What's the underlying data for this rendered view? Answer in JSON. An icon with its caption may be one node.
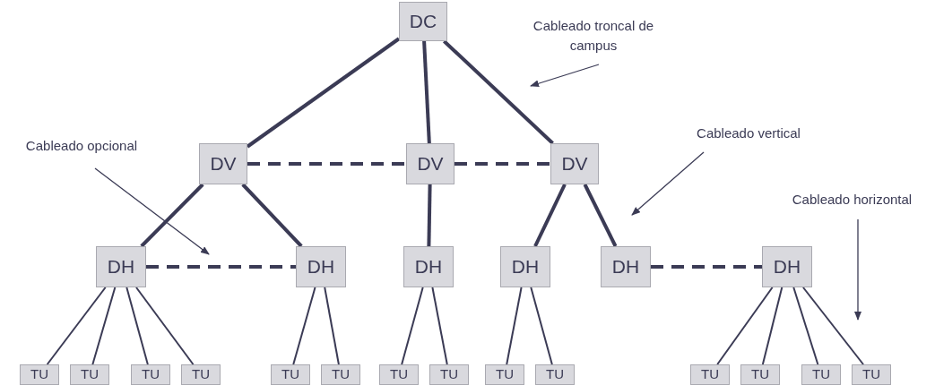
{
  "diagram": {
    "nodes": [
      {
        "text": [
          "DC"
        ]
      },
      {
        "text": [
          "DV"
        ]
      },
      {
        "text": [
          "DV"
        ]
      },
      {
        "text": [
          "DV"
        ]
      },
      {
        "text": [
          "DH"
        ]
      },
      {
        "text": [
          "DH"
        ]
      },
      {
        "text": [
          "DH"
        ]
      },
      {
        "text": [
          "DH"
        ]
      },
      {
        "text": [
          "DH"
        ]
      },
      {
        "text": [
          "DH"
        ]
      },
      {
        "text": [
          "TU"
        ]
      },
      {
        "text": [
          "TU"
        ]
      },
      {
        "text": [
          "TU"
        ]
      },
      {
        "text": [
          "TU"
        ]
      },
      {
        "text": [
          "TU"
        ]
      },
      {
        "text": [
          "TU"
        ]
      },
      {
        "text": [
          "TU"
        ]
      },
      {
        "text": [
          "TU"
        ]
      },
      {
        "text": [
          "TU"
        ]
      },
      {
        "text": [
          "TU"
        ]
      },
      {
        "text": [
          "TU"
        ]
      },
      {
        "text": [
          "TU"
        ]
      },
      {
        "text": [
          "TU"
        ]
      },
      {
        "text": [
          "TU"
        ]
      },
      {
        "text": [
          "Cableado troncal de campus"
        ]
      },
      {
        "text": [
          "Cableado vertical"
        ]
      },
      {
        "text": [
          "Cableado opcional"
        ]
      },
      {
        "text": [
          "Cableado horizontal"
        ]
      }
    ],
    "edges": [
      {
        "from": 0,
        "to": 1,
        "arrow": "none",
        "style": "thick"
      },
      {
        "from": 0,
        "to": 2,
        "arrow": "none",
        "style": "thick"
      },
      {
        "from": 0,
        "to": 3,
        "arrow": "none",
        "style": "thick"
      },
      {
        "from": 1,
        "to": 2,
        "arrow": "none",
        "style": "dashed"
      },
      {
        "from": 2,
        "to": 3,
        "arrow": "none",
        "style": "dashed"
      },
      {
        "from": 1,
        "to": 4,
        "arrow": "none",
        "style": "thick"
      },
      {
        "from": 1,
        "to": 5,
        "arrow": "none",
        "style": "thick"
      },
      {
        "from": 2,
        "to": 6,
        "arrow": "none",
        "style": "thick"
      },
      {
        "from": 3,
        "to": 7,
        "arrow": "none",
        "style": "thick"
      },
      {
        "from": 3,
        "to": 8,
        "arrow": "none",
        "style": "thick"
      },
      {
        "from": 4,
        "to": 5,
        "arrow": "none",
        "style": "dashed"
      },
      {
        "from": 8,
        "to": 9,
        "arrow": "none",
        "style": "dashed"
      },
      {
        "from": 4,
        "to": 10,
        "arrow": "none"
      },
      {
        "from": 4,
        "to": 11,
        "arrow": "none"
      },
      {
        "from": 4,
        "to": 12,
        "arrow": "none"
      },
      {
        "from": 4,
        "to": 13,
        "arrow": "none"
      },
      {
        "from": 5,
        "to": 14,
        "arrow": "none"
      },
      {
        "from": 5,
        "to": 15,
        "arrow": "none"
      },
      {
        "from": 6,
        "to": 16,
        "arrow": "none"
      },
      {
        "from": 6,
        "to": 17,
        "arrow": "none"
      },
      {
        "from": 7,
        "to": 18,
        "arrow": "none"
      },
      {
        "from": 7,
        "to": 19,
        "arrow": "none"
      },
      {
        "from": 9,
        "to": 20,
        "arrow": "none"
      },
      {
        "from": 9,
        "to": 21,
        "arrow": "none"
      },
      {
        "from": 9,
        "to": 22,
        "arrow": "none"
      },
      {
        "from": 9,
        "to": 23,
        "arrow": "none"
      },
      {
        "from": 24,
        "to": null,
        "arrow": "to"
      },
      {
        "from": 25,
        "to": null,
        "arrow": "to"
      },
      {
        "from": 26,
        "to": null,
        "arrow": "to"
      },
      {
        "from": 27,
        "to": null,
        "arrow": "to"
      }
    ]
  }
}
